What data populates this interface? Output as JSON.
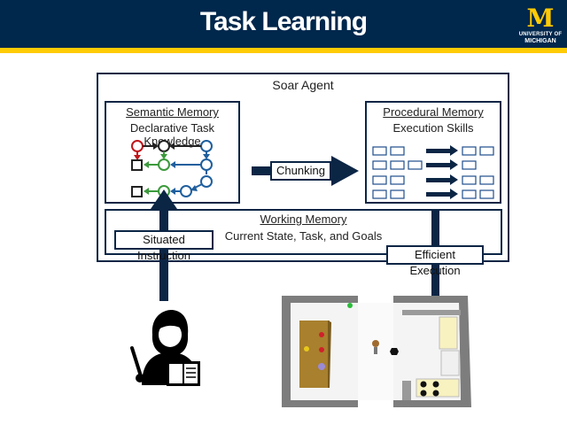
{
  "header": {
    "title": "Task Learning",
    "logo": {
      "letter": "M",
      "line1": "UNIVERSITY OF",
      "line2": "MICHIGAN"
    },
    "colors": {
      "navy": "#00274c",
      "maize": "#ffcb05"
    }
  },
  "diagram": {
    "agent_label": "Soar Agent",
    "semantic_memory": {
      "title": "Semantic Memory",
      "subtitle": "Declarative Task Knowledge"
    },
    "procedural_memory": {
      "title": "Procedural Memory",
      "subtitle": "Execution Skills"
    },
    "chunking_label": "Chunking",
    "working_memory": {
      "title": "Working Memory",
      "subtitle": "Current State, Task, and Goals"
    },
    "situated_instruction_label": "Situated Instruction",
    "efficient_execution_label": "Efficient Execution"
  },
  "scene": {
    "instructor_icon": "teacher-icon",
    "robot_world": "simulated-apartment-icon"
  }
}
